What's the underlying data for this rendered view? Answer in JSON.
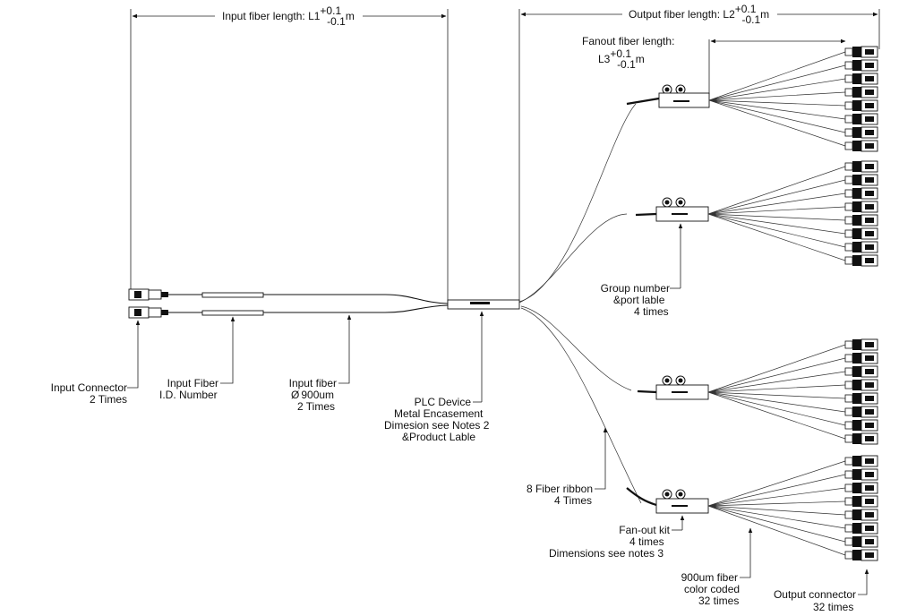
{
  "dimensions": {
    "input_length": {
      "prefix": "Input fiber length: L1",
      "sup": "+0.1",
      "sub": "-0.1",
      "unit": "m"
    },
    "output_length": {
      "prefix": "Output fiber length: L2",
      "sup": "+0.1",
      "sub": "-0.1",
      "unit": "m"
    },
    "fanout_length": {
      "line1": "Fanout fiber length:",
      "prefix": "L3",
      "sup": "+0.1",
      "sub": "-0.1",
      "unit": "m"
    }
  },
  "labels": {
    "input_connector": [
      "Input Connector",
      "2 Times"
    ],
    "input_fiber_id": [
      "Input Fiber",
      "I.D. Number"
    ],
    "input_fiber": [
      "Input  fiber",
      "900um",
      "2 Times"
    ],
    "plc_device": [
      "PLC Device",
      "Metal Encasement",
      "Dimesion see Notes 2",
      "&Product Lable"
    ],
    "group_number": [
      "Group number",
      "&port  lable",
      "4 times"
    ],
    "fiber_ribbon": [
      "8 Fiber ribbon",
      "4 Times"
    ],
    "fanout_kit": [
      "Fan-out kit",
      "4 times",
      "Dimensions see notes 3"
    ],
    "fiber_900": [
      "900um fiber",
      "color coded",
      "32 times"
    ],
    "output_connector": [
      "Output connector",
      "32 times"
    ]
  },
  "symbols": {
    "diameter": "Ø"
  }
}
